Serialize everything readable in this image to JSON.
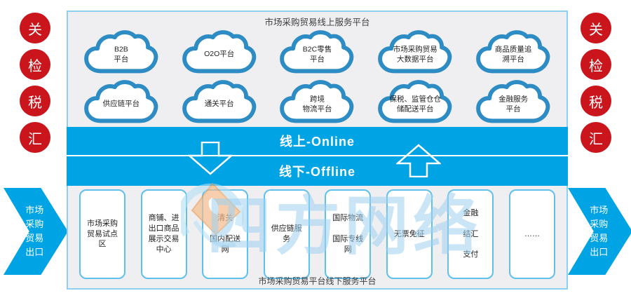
{
  "online": {
    "title": "市场采购贸易线上服务平台"
  },
  "offline": {
    "title": "市场采购贸易平台线下服务平台"
  },
  "bands": {
    "online": "线上-Online",
    "offline": "线下-Offline"
  },
  "side_badges": {
    "left": [
      "关",
      "检",
      "税",
      "汇"
    ],
    "right": [
      "关",
      "检",
      "税",
      "汇"
    ]
  },
  "side_arrows": {
    "left": "市场\n采购\n 贸易\n出口",
    "right": "市场\n采购\n 贸易\n出口"
  },
  "clouds": {
    "row1": [
      "B2B\n平台",
      "O2O平台",
      "B2C零售\n平台",
      "市场采购贸易\n大数据平台",
      "商品质量追\n溯平台"
    ],
    "row2": [
      "供应链平台",
      "通关平台",
      "跨境\n物流平台",
      "保税、监管仓仓\n储配送平台",
      "金融服务\n平台"
    ]
  },
  "offline_boxes": [
    "市场采购\n贸易试点\n区",
    "商铺、进\n出口商品\n展示交易\n中心",
    "清关\n\n国内配送\n网",
    "供应链服\n务",
    "国际物流\n\n国际专线\n网",
    "无票免征",
    "金融\n\n结汇\n\n支付",
    "……"
  ],
  "watermark": {
    "text": "四方网络"
  },
  "colors": {
    "band_blue": "#00a3e4",
    "cloud_stroke": "#2d8cc4",
    "badge_red": "#c9151b",
    "box_border": "#5fc0ec",
    "panel_bg": "#efeff1"
  }
}
